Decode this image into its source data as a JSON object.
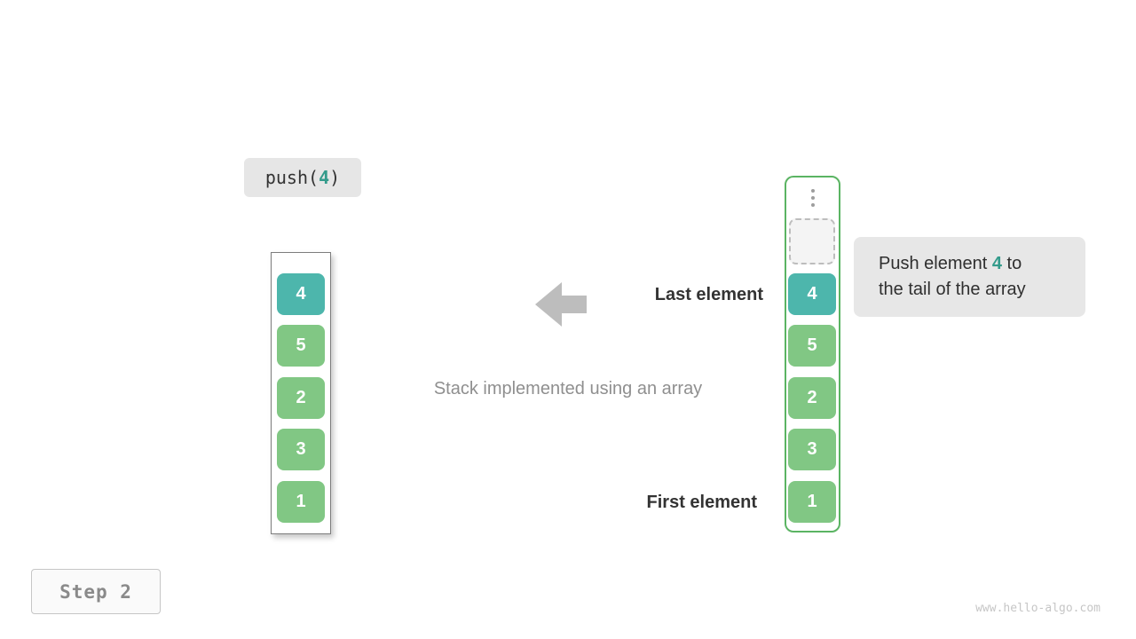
{
  "colors": {
    "teal_cell": "#4db6ac",
    "green_cell": "#81c784",
    "accent_text": "#339b8b",
    "container_border": "#5bb463",
    "gray_box": "#e6e6e6",
    "arrow_gray": "#bdbdbd"
  },
  "operation": {
    "prefix": "push(",
    "value": "4",
    "suffix": ")"
  },
  "stacks": {
    "left": {
      "cells": [
        {
          "value": "4",
          "type": "teal"
        },
        {
          "value": "5",
          "type": "green"
        },
        {
          "value": "2",
          "type": "green"
        },
        {
          "value": "3",
          "type": "green"
        },
        {
          "value": "1",
          "type": "green"
        }
      ]
    },
    "right": {
      "cells": [
        {
          "value": "4",
          "type": "teal"
        },
        {
          "value": "5",
          "type": "green"
        },
        {
          "value": "2",
          "type": "green"
        },
        {
          "value": "3",
          "type": "green"
        },
        {
          "value": "1",
          "type": "green"
        }
      ]
    }
  },
  "labels": {
    "last_element": "Last element",
    "first_element": "First element",
    "caption": "Stack implemented using an array"
  },
  "callout": {
    "line1_prefix": "Push element ",
    "line1_value": "4",
    "line1_suffix": " to",
    "line2": "the tail of the array"
  },
  "footer": {
    "step_label": "Step 2",
    "watermark": "www.hello-algo.com"
  }
}
